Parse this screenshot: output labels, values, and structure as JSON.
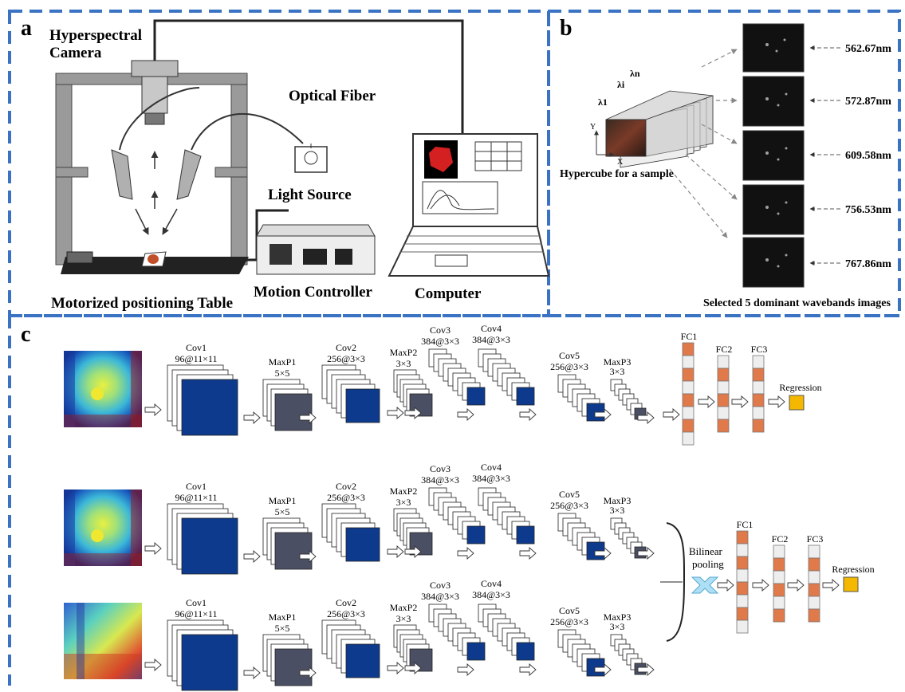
{
  "panel_a": {
    "letter": "a",
    "camera_label_line1": "Hyperspectral",
    "camera_label_line2": "Camera",
    "optical_fiber_label": "Optical Fiber",
    "light_source_label": "Light Source",
    "motion_controller_label": "Motion Controller",
    "computer_label": "Computer",
    "table_label": "Motorized positioning Table"
  },
  "panel_b": {
    "letter": "b",
    "lambda_n": "λn",
    "lambda_i": "λi",
    "lambda_1": "λ1",
    "axis_y": "Y",
    "axis_x": "X",
    "hypercube_label": "Hypercube for a sample",
    "wavebands": [
      "562.67nm",
      "572.87nm",
      "609.58nm",
      "756.53nm",
      "767.86nm"
    ],
    "caption": "Selected 5 dominant wavebands images"
  },
  "panel_c": {
    "letter": "c",
    "cov1_name": "Cov1",
    "cov1_dim": "96@11×11",
    "maxp1_name": "MaxP1",
    "maxp1_dim": "5×5",
    "cov2_name": "Cov2",
    "cov2_dim": "256@3×3",
    "maxp2_name": "MaxP2",
    "maxp2_dim": "3×3",
    "cov3_name": "Cov3",
    "cov3_dim": "384@3×3",
    "cov4_name": "Cov4",
    "cov4_dim": "384@3×3",
    "cov5_name": "Cov5",
    "cov5_dim": "256@3×3",
    "maxp3_name": "MaxP3",
    "maxp3_dim": "3×3",
    "fc1": "FC1",
    "fc2": "FC2",
    "fc3": "FC3",
    "regression": "Regression",
    "bilinear_line1": "Bilinear",
    "bilinear_line2": "pooling"
  },
  "colors": {
    "frame_dash": "#3b73c4",
    "conv_blue": "#0d3a8c",
    "pool_gray": "#4a4f63",
    "fc_orange": "#e07a4a",
    "regression_yellow": "#f5b800",
    "bilinear_cross": "#aee0f5"
  }
}
